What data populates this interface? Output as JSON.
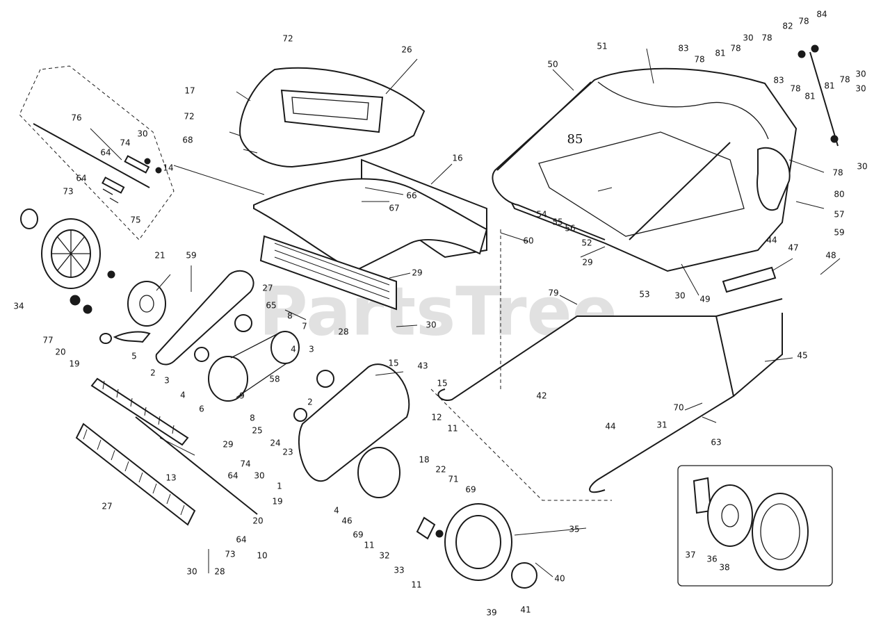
{
  "watermark": "PartsTree",
  "callouts": [
    {
      "id": "c-72a",
      "text": "72"
    },
    {
      "id": "c-26",
      "text": "26"
    },
    {
      "id": "c-17",
      "text": "17"
    },
    {
      "id": "c-72b",
      "text": "72"
    },
    {
      "id": "c-68",
      "text": "68"
    },
    {
      "id": "c-14",
      "text": "14"
    },
    {
      "id": "c-16",
      "text": "16"
    },
    {
      "id": "c-66",
      "text": "66"
    },
    {
      "id": "c-67",
      "text": "67"
    },
    {
      "id": "c-60",
      "text": "60"
    },
    {
      "id": "c-76",
      "text": "76"
    },
    {
      "id": "c-30a",
      "text": "30"
    },
    {
      "id": "c-74a",
      "text": "74"
    },
    {
      "id": "c-64a",
      "text": "64"
    },
    {
      "id": "c-64b",
      "text": "64"
    },
    {
      "id": "c-73a",
      "text": "73"
    },
    {
      "id": "c-75",
      "text": "75"
    },
    {
      "id": "c-21",
      "text": "21"
    },
    {
      "id": "c-59a",
      "text": "59"
    },
    {
      "id": "c-27a",
      "text": "27"
    },
    {
      "id": "c-29a",
      "text": "29"
    },
    {
      "id": "c-65",
      "text": "65"
    },
    {
      "id": "c-28a",
      "text": "28"
    },
    {
      "id": "c-30b",
      "text": "30"
    },
    {
      "id": "c-34",
      "text": "34"
    },
    {
      "id": "c-77",
      "text": "77"
    },
    {
      "id": "c-20a",
      "text": "20"
    },
    {
      "id": "c-19a",
      "text": "19"
    },
    {
      "id": "c-5",
      "text": "5"
    },
    {
      "id": "c-2a",
      "text": "2"
    },
    {
      "id": "c-3a",
      "text": "3"
    },
    {
      "id": "c-4a",
      "text": "4"
    },
    {
      "id": "c-6",
      "text": "6"
    },
    {
      "id": "c-9",
      "text": "9"
    },
    {
      "id": "c-58",
      "text": "58"
    },
    {
      "id": "c-8a",
      "text": "8"
    },
    {
      "id": "c-7",
      "text": "7"
    },
    {
      "id": "c-4b",
      "text": "4"
    },
    {
      "id": "c-3b",
      "text": "3"
    },
    {
      "id": "c-8b",
      "text": "8"
    },
    {
      "id": "c-15a",
      "text": "15"
    },
    {
      "id": "c-43",
      "text": "43"
    },
    {
      "id": "c-15b",
      "text": "15"
    },
    {
      "id": "c-25",
      "text": "25"
    },
    {
      "id": "c-2b",
      "text": "2"
    },
    {
      "id": "c-24",
      "text": "24"
    },
    {
      "id": "c-23",
      "text": "23"
    },
    {
      "id": "c-12",
      "text": "12"
    },
    {
      "id": "c-11a",
      "text": "11"
    },
    {
      "id": "c-29b",
      "text": "29"
    },
    {
      "id": "c-13",
      "text": "13"
    },
    {
      "id": "c-27b",
      "text": "27"
    },
    {
      "id": "c-74b",
      "text": "74"
    },
    {
      "id": "c-64c",
      "text": "64"
    },
    {
      "id": "c-30c",
      "text": "30"
    },
    {
      "id": "c-1",
      "text": "1"
    },
    {
      "id": "c-19b",
      "text": "19"
    },
    {
      "id": "c-20b",
      "text": "20"
    },
    {
      "id": "c-64d",
      "text": "64"
    },
    {
      "id": "c-73b",
      "text": "73"
    },
    {
      "id": "c-10",
      "text": "10"
    },
    {
      "id": "c-30d",
      "text": "30"
    },
    {
      "id": "c-28b",
      "text": "28"
    },
    {
      "id": "c-18",
      "text": "18"
    },
    {
      "id": "c-22",
      "text": "22"
    },
    {
      "id": "c-71",
      "text": "71"
    },
    {
      "id": "c-69a",
      "text": "69"
    },
    {
      "id": "c-4c",
      "text": "4"
    },
    {
      "id": "c-46",
      "text": "46"
    },
    {
      "id": "c-69b",
      "text": "69"
    },
    {
      "id": "c-11b",
      "text": "11"
    },
    {
      "id": "c-32",
      "text": "32"
    },
    {
      "id": "c-33",
      "text": "33"
    },
    {
      "id": "c-11c",
      "text": "11"
    },
    {
      "id": "c-35",
      "text": "35"
    },
    {
      "id": "c-40",
      "text": "40"
    },
    {
      "id": "c-39",
      "text": "39"
    },
    {
      "id": "c-41",
      "text": "41"
    },
    {
      "id": "c-42",
      "text": "42"
    },
    {
      "id": "c-79",
      "text": "79"
    },
    {
      "id": "c-45",
      "text": "45"
    },
    {
      "id": "c-70",
      "text": "70"
    },
    {
      "id": "c-31",
      "text": "31"
    },
    {
      "id": "c-63",
      "text": "63"
    },
    {
      "id": "c-44a",
      "text": "44"
    },
    {
      "id": "c-44b",
      "text": "44"
    },
    {
      "id": "c-47",
      "text": "47"
    },
    {
      "id": "c-48",
      "text": "48"
    },
    {
      "id": "c-49",
      "text": "49"
    },
    {
      "id": "c-30e",
      "text": "30"
    },
    {
      "id": "c-53",
      "text": "53"
    },
    {
      "id": "c-29c",
      "text": "29"
    },
    {
      "id": "c-52",
      "text": "52"
    },
    {
      "id": "c-54",
      "text": "54"
    },
    {
      "id": "c-55",
      "text": "55"
    },
    {
      "id": "c-56",
      "text": "56"
    },
    {
      "id": "c-50",
      "text": "50"
    },
    {
      "id": "c-51",
      "text": "51"
    },
    {
      "id": "c-85",
      "text": "85"
    },
    {
      "id": "c-83a",
      "text": "83"
    },
    {
      "id": "c-78a",
      "text": "78"
    },
    {
      "id": "c-81a",
      "text": "81"
    },
    {
      "id": "c-78b",
      "text": "78"
    },
    {
      "id": "c-30f",
      "text": "30"
    },
    {
      "id": "c-78c",
      "text": "78"
    },
    {
      "id": "c-82",
      "text": "82"
    },
    {
      "id": "c-78d",
      "text": "78"
    },
    {
      "id": "c-84",
      "text": "84"
    },
    {
      "id": "c-30g",
      "text": "30"
    },
    {
      "id": "c-83b",
      "text": "83"
    },
    {
      "id": "c-78e",
      "text": "78"
    },
    {
      "id": "c-81b",
      "text": "81"
    },
    {
      "id": "c-81c",
      "text": "81"
    },
    {
      "id": "c-78f",
      "text": "78"
    },
    {
      "id": "c-30h",
      "text": "30"
    },
    {
      "id": "c-78g",
      "text": "78"
    },
    {
      "id": "c-30i",
      "text": "30"
    },
    {
      "id": "c-80",
      "text": "80"
    },
    {
      "id": "c-57",
      "text": "57"
    },
    {
      "id": "c-59b",
      "text": "59"
    },
    {
      "id": "c-37",
      "text": "37"
    },
    {
      "id": "c-36",
      "text": "36"
    },
    {
      "id": "c-38",
      "text": "38"
    }
  ]
}
